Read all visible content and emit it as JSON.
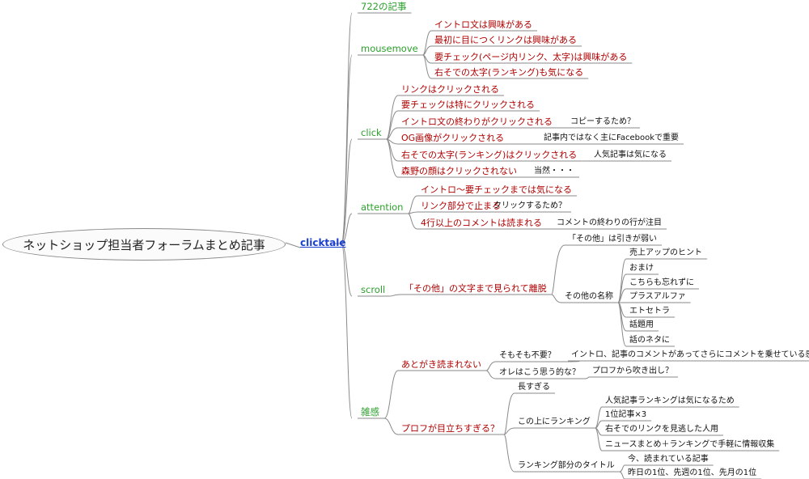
{
  "colors": {
    "level1": "#2ca02c",
    "level2": "#b00000",
    "text": "#111111",
    "line": "#8a8a8a",
    "link": "#1a3fd0"
  },
  "root": {
    "label": "ネットショップ担当者フォーラムまとめ記事"
  },
  "hub": {
    "label": "clicktale"
  },
  "branches": [
    {
      "label": "722の記事",
      "children": []
    },
    {
      "label": "mousemove",
      "children": [
        {
          "label": "イントロ文は興味がある",
          "children": []
        },
        {
          "label": "最初に目につくリンクは興味がある",
          "children": []
        },
        {
          "label": "要チェック(ページ内リンク、太字)は興味がある",
          "children": []
        },
        {
          "label": "右そでの太字(ランキング)も気になる",
          "children": []
        }
      ]
    },
    {
      "label": "click",
      "children": [
        {
          "label": "リンクはクリックされる",
          "children": []
        },
        {
          "label": "要チェックは特にクリックされる",
          "children": []
        },
        {
          "label": "イントロ文の終わりがクリックされる",
          "children": [
            {
              "label": "コピーするため？",
              "children": []
            }
          ]
        },
        {
          "label": "OG画像がクリックされる",
          "children": [
            {
              "label": "記事内ではなく主にFacebookで重要",
              "children": []
            }
          ]
        },
        {
          "label": "右そでの太字(ランキング)はクリックされる",
          "children": [
            {
              "label": "人気記事は気になる",
              "children": []
            }
          ]
        },
        {
          "label": "森野の顔はクリックされない",
          "children": [
            {
              "label": "当然・・・",
              "children": []
            }
          ]
        }
      ]
    },
    {
      "label": "attention",
      "children": [
        {
          "label": "イントロ〜要チェックまでは気になる",
          "children": []
        },
        {
          "label": "リンク部分で止まる",
          "children": [
            {
              "label": "クリックするため？",
              "children": []
            }
          ]
        },
        {
          "label": "4行以上のコメントは読まれる",
          "children": [
            {
              "label": "コメントの終わりの行が注目",
              "children": []
            }
          ]
        }
      ]
    },
    {
      "label": "scroll",
      "children": [
        {
          "label": "「その他」の文字まで見られて離脱",
          "children": [
            {
              "label": "「その他」は引きが弱い",
              "children": []
            },
            {
              "label": "その他の名称",
              "children": [
                {
                  "label": "売上アップのヒント",
                  "children": []
                },
                {
                  "label": "おまけ",
                  "children": []
                },
                {
                  "label": "こちらも忘れずに",
                  "children": []
                },
                {
                  "label": "プラスアルファ",
                  "children": []
                },
                {
                  "label": "エトセトラ",
                  "children": []
                },
                {
                  "label": "話題用",
                  "children": []
                },
                {
                  "label": "話のネタに",
                  "children": []
                }
              ]
            }
          ]
        }
      ]
    },
    {
      "label": "雑感",
      "children": [
        {
          "label": "あとがき読まれない",
          "children": [
            {
              "label": "そもそも不要？",
              "children": [
                {
                  "label": "イントロ、記事のコメントがあってさらにコメントを乗せている感じ",
                  "children": []
                }
              ]
            },
            {
              "label": "オレはこう思う的な？",
              "children": [
                {
                  "label": "プロフから吹き出し？",
                  "children": []
                }
              ]
            }
          ]
        },
        {
          "label": "プロフが目立ちすぎる？",
          "children": [
            {
              "label": "長すぎる",
              "children": []
            },
            {
              "label": "この上にランキング",
              "children": [
                {
                  "label": "人気記事ランキングは気になるため",
                  "children": []
                },
                {
                  "label": "1位記事×3",
                  "children": []
                },
                {
                  "label": "右そでのリンクを見逃した人用",
                  "children": []
                },
                {
                  "label": "ニュースまとめ＋ランキングで手軽に情報収集",
                  "children": []
                }
              ]
            },
            {
              "label": "ランキング部分のタイトル",
              "children": [
                {
                  "label": "今、読まれている記事",
                  "children": []
                },
                {
                  "label": "昨日の1位、先週の1位、先月の1位",
                  "children": []
                }
              ]
            }
          ]
        }
      ]
    }
  ]
}
